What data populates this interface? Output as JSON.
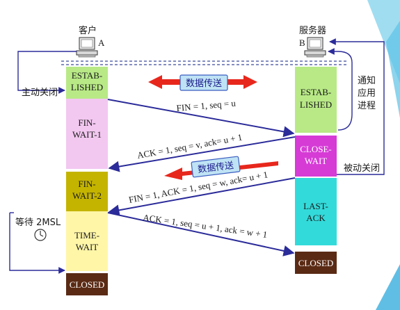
{
  "hosts": {
    "client_label": "客户",
    "client_letter": "A",
    "server_label": "服务器",
    "server_letter": "B"
  },
  "client_states": [
    {
      "lines": [
        "ESTAB-",
        "LISHED"
      ]
    },
    {
      "lines": [
        "FIN-",
        "WAIT-1"
      ]
    },
    {
      "lines": [
        "FIN-",
        "WAIT-2"
      ]
    },
    {
      "lines": [
        "TIME-",
        "WAIT"
      ]
    },
    {
      "lines": [
        "CLOSED"
      ]
    }
  ],
  "server_states": [
    {
      "lines": [
        "ESTAB-",
        "LISHED"
      ]
    },
    {
      "lines": [
        "CLOSE-",
        "WAIT"
      ]
    },
    {
      "lines": [
        "LAST-",
        "ACK"
      ]
    },
    {
      "lines": [
        "CLOSED"
      ]
    }
  ],
  "messages": [
    "FIN = 1, seq = u",
    "ACK = 1, seq = v, ack= u + 1",
    "FIN = 1, ACK = 1, seq = w, ack= u + 1",
    "ACK = 1, seq = u + 1, ack = w + 1"
  ],
  "annotations": {
    "active_close": "主动关闭",
    "passive_close": "被动关闭",
    "notify_app": [
      "通知",
      "应用",
      "进程"
    ],
    "wait_2msl": "等待 2MSL"
  },
  "badges": {
    "data_transfer_1": "数据传送",
    "data_transfer_2": "数据传送"
  },
  "colors": {
    "estab": "#b8e986",
    "finwait1": "#f2c7f0",
    "finwait2": "#c4b400",
    "timewait": "#fff6a8",
    "closed": "#5a2a14",
    "closewait": "#d63bd6",
    "lastack": "#33dada",
    "arrow": "#2b2b9a",
    "red_arrow": "#e8271c",
    "badge_bg": "#bfe3f4",
    "badge_border": "#3a5cc0"
  }
}
